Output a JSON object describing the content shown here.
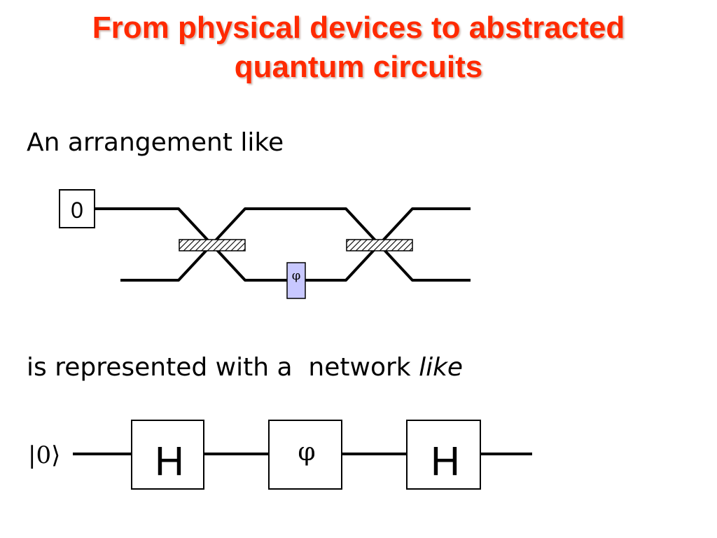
{
  "title": {
    "line1": "From physical devices to abstracted",
    "line2": "quantum circuits"
  },
  "text": {
    "intro": "An arrangement like",
    "represented_prefix": "is represented with a  network ",
    "represented_italic": "like"
  },
  "interferometer": {
    "input_label": "0",
    "phase_label": "φ",
    "phase_color": "#c8c8ff"
  },
  "circuit": {
    "input_ket": "|0⟩",
    "gates": [
      {
        "label": "H"
      },
      {
        "label": "φ"
      },
      {
        "label": "H"
      }
    ]
  },
  "colors": {
    "title": "#ff2a00"
  }
}
